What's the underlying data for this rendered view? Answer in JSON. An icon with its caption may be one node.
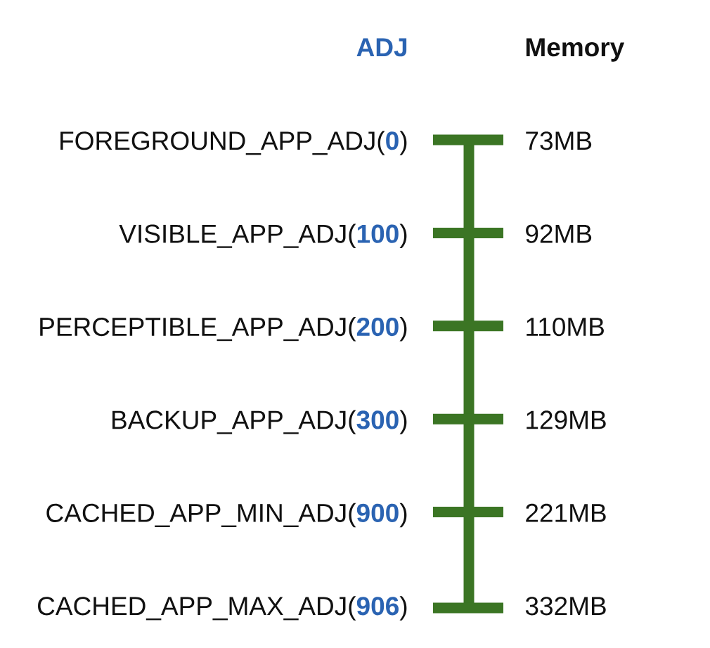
{
  "diagram": {
    "labels": [
      "ADJ",
      "Memory",
      "FOREGROUND_APP_ADJ(**0**)",
      "73MB",
      "VISIBLE_APP_ADJ(**100**)",
      "92MB",
      "PERCEPTIBLE_APP_ADJ(**200**)",
      "110MB",
      "BACKUP_APP_ADJ(**300**)",
      "129MB",
      "CACHED_APP_MIN_ADJ(**900**)",
      "221MB",
      "CACHED_APP_MAX_ADJ(**906**)",
      "332MB"
    ]
  }
}
